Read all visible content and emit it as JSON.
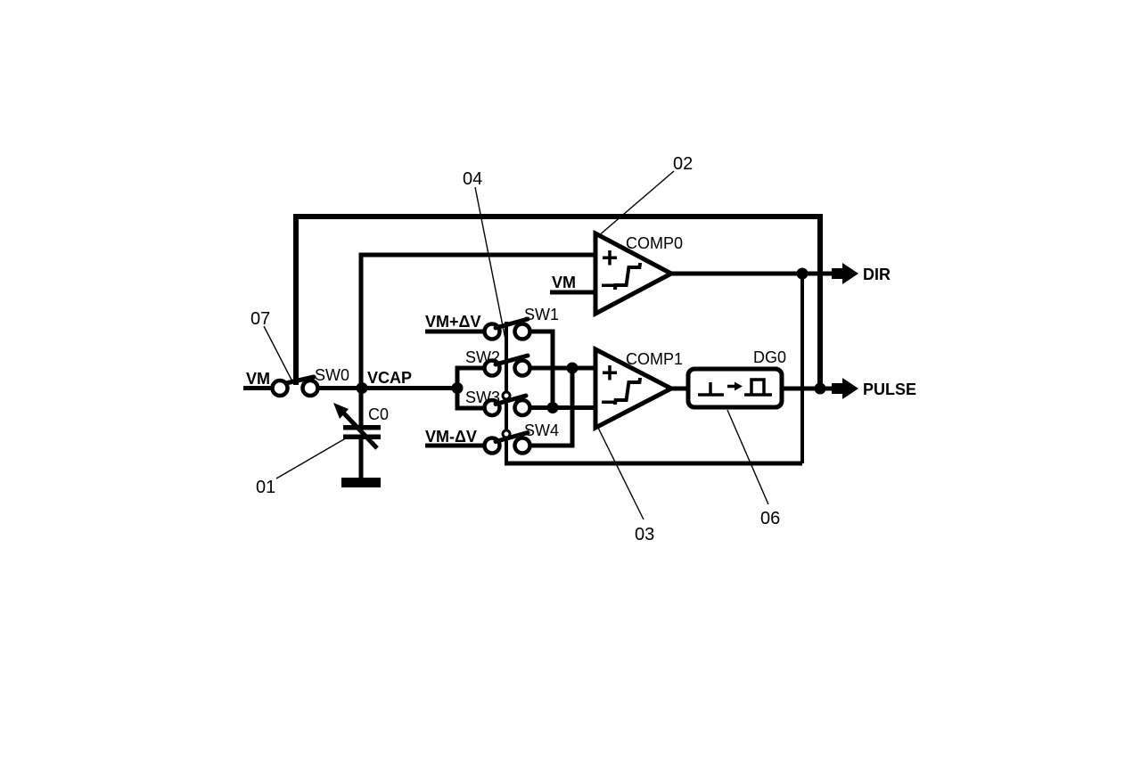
{
  "colors": {
    "ink": "#000000",
    "paper": "#ffffff"
  },
  "labels": {
    "vm_input": "VM",
    "vcap": "VCAP",
    "c0": "C0",
    "vm_plus_delta": "VM+ΔV",
    "vm_minus_delta": "VM-ΔV",
    "vm_comp0_ref": "VM",
    "sw0": "SW0",
    "sw1": "SW1",
    "sw2": "SW2",
    "sw3": "SW3",
    "sw4": "SW4",
    "comp0": "COMP0",
    "comp1": "COMP1",
    "dg0": "DG0",
    "dir_output": "DIR",
    "pulse_output": "PULSE",
    "plus": "+",
    "minus": "−"
  },
  "reference_numbers": {
    "capacitor": "01",
    "comp0": "02",
    "comp1": "03",
    "switch_linkage": "04",
    "delay_generator": "06",
    "sw0_node": "07"
  }
}
